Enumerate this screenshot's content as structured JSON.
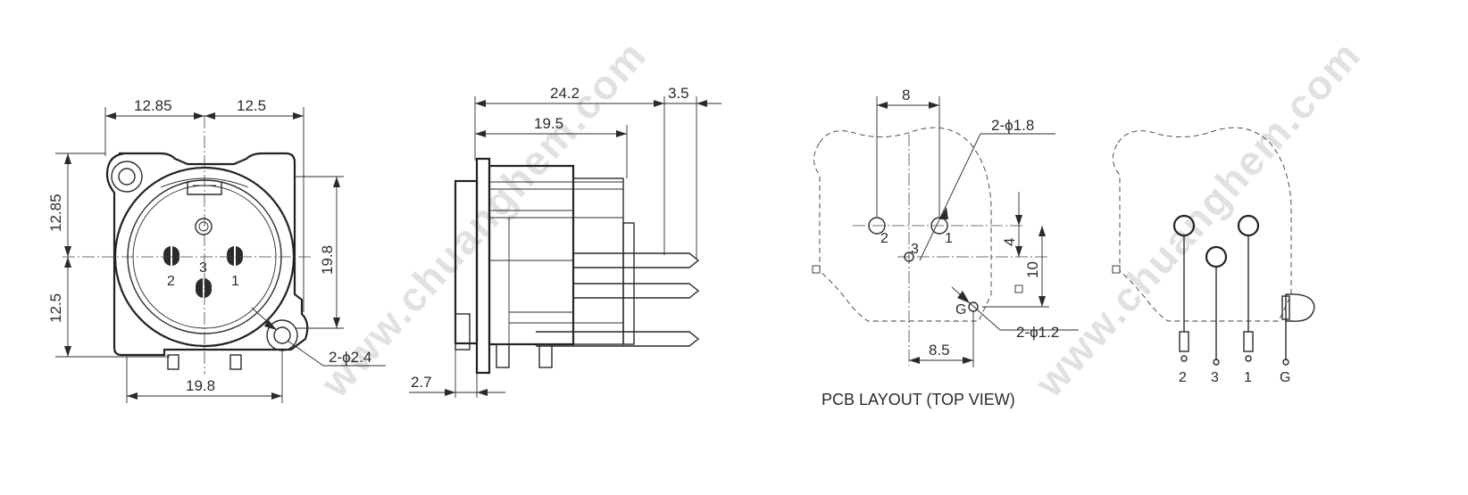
{
  "front_view": {
    "dim_top_left": "12.85",
    "dim_top_right": "12.5",
    "dim_left_upper": "12.85",
    "dim_left_lower": "12.5",
    "dim_right": "19.8",
    "dim_bottom": "19.8",
    "dim_hole": "2-ϕ2.4",
    "pin_1": "1",
    "pin_2": "2",
    "pin_3": "3"
  },
  "side_view": {
    "dim_overall": "24.2",
    "dim_body": "19.5",
    "dim_pin_offset": "3.5",
    "dim_flange": "2.7"
  },
  "pcb_layout": {
    "dim_pin_spacing": "8",
    "dim_hole_large": "2-ϕ1.8",
    "dim_vertical_small": "4",
    "dim_vertical_large": "10",
    "dim_hole_small": "2-ϕ1.2",
    "dim_ground_offset": "8.5",
    "pin_1": "1",
    "pin_2": "2",
    "pin_3": "3",
    "pin_g": "G",
    "caption": "PCB LAYOUT (TOP VIEW)"
  },
  "pin_view": {
    "labels": [
      "2",
      "3",
      "1",
      "G"
    ]
  },
  "watermark": "www.chuanghem.com"
}
